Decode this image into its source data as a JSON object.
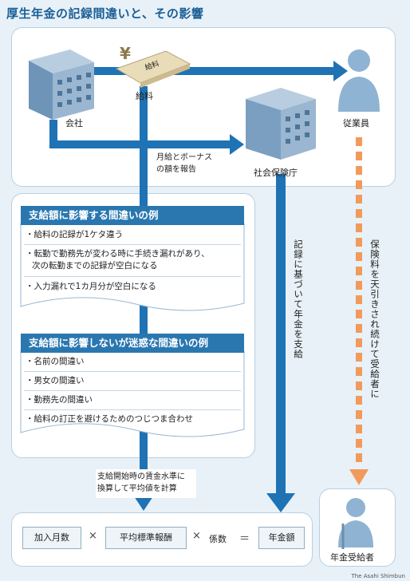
{
  "title": "厚生年金の記録間違いと、その影響",
  "labels": {
    "company": "会社",
    "salary": "給料",
    "envelope": "給料",
    "yen": "¥",
    "employee": "従業員",
    "sia": "社会保険庁",
    "report": [
      "月給とボーナス",
      "の額を報告"
    ],
    "pay_by_record": "記録に基づいて年金を支給",
    "premium": "保険料を天引きされ続けて受給者に",
    "recipient": "年金受給者",
    "convert": [
      "支給開始時の賃金水準に",
      "換算して平均値を計算"
    ]
  },
  "box1": {
    "title": "支給額に影響する間違いの例",
    "items": [
      "・給料の記録が1ケタ違う",
      "・転勤で勤務先が変わる時に手続き漏れがあり、",
      "次の転勤までの記録が空白になる",
      "・入力漏れで1カ月分が空白になる"
    ]
  },
  "box2": {
    "title": "支給額に影響しないが迷惑な間違いの例",
    "items": [
      "・名前の間違い",
      "・男女の間違い",
      "・勤務先の間違い",
      "・給料の訂正を避けるためのつじつま合わせ"
    ]
  },
  "formula": {
    "term1": "加入月数",
    "op1": "×",
    "term2": "平均標準報酬",
    "op2": "×",
    "term3": "係数",
    "eq": "＝",
    "result": "年金額"
  },
  "credit": "The Asahi Shimbun"
}
